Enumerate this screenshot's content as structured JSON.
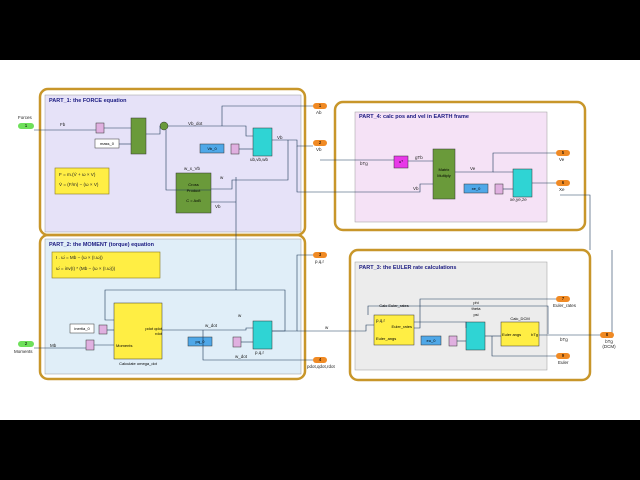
{
  "colors": {
    "group_border": "#c8962a",
    "force_bg": "#e6e2f8",
    "moment_bg": "#e0eef8",
    "earth_bg": "#f5e2f6",
    "euler_bg": "#ececec",
    "block_green": "#6a9a3a",
    "block_cyan": "#2fd4d4",
    "block_blue": "#4fa8e8",
    "block_yellow": "#ffee44",
    "block_magenta": "#e838e8",
    "port_green": "#6ee05a",
    "port_orange": "#f08a24",
    "line": "#1f3a5a"
  },
  "groups": {
    "force": {
      "title": "PART_1:  the FORCE equation"
    },
    "moment": {
      "title": "PART_2:  the MOMENT (torque) equation"
    },
    "earth": {
      "title": "PART_4:  calc pos and vel in EARTH frame"
    },
    "euler": {
      "title": "PART_3: the EULER rate calculations"
    }
  },
  "equations": {
    "force": [
      "F = m.(V̇ + ω × V)",
      "V̇ = (F/m) − (ω × V)"
    ],
    "moment": [
      "I . ω̇ = Mb − (ω × (I.ω))",
      "ω̇ = inv(I) * (Mb − (ω × (I.ω)))"
    ]
  },
  "inports": [
    {
      "num": "1",
      "label": "Forces"
    },
    {
      "num": "2",
      "label": "Moments"
    }
  ],
  "outports": [
    {
      "num": "1",
      "label": "Ab"
    },
    {
      "num": "2",
      "label": "Vb"
    },
    {
      "num": "3",
      "label": "p,q,r"
    },
    {
      "num": "4",
      "label": "pdot,qdot,rdot"
    },
    {
      "num": "5",
      "label": "Ve"
    },
    {
      "num": "6",
      "label": "Xe"
    },
    {
      "num": "7",
      "label": "Euler_rates"
    },
    {
      "num": "8",
      "label": "bTg (DCM)"
    },
    {
      "num": "9",
      "label": "Euler"
    }
  ],
  "blocks": {
    "mass": "mass_0",
    "vb0": "Vb_0",
    "cross_product": [
      "Cross",
      "Product",
      "C = AxB"
    ],
    "inertia": "inertia_0",
    "calc_omega": "Calculate omega_dot",
    "pdot": "pdot qdot rdot",
    "moments_port": "Moments",
    "pq0": "pq_0",
    "matrix_multiply": [
      "Matrix",
      "Multiply"
    ],
    "xe0": "xe_0",
    "calc_euler": "Calc Euler_rates",
    "euler_rates_port": "Euler_rates",
    "euler_angs_port": "Euler_angs",
    "eu0": "eu_0",
    "phi_theta_psi": [
      "phi",
      "theta",
      "psi"
    ],
    "calc_dcm": "Calc_DCM",
    "dcm_in": "Euler angs",
    "dcm_out": "bTg",
    "transpose": "uᵀ"
  },
  "signals": {
    "fb": "Fb",
    "vb_dot": "Vb_dot",
    "ub_vb_wb": "ub,vb,wb",
    "vb": "Vb",
    "w": "w",
    "w_x_vb": "w_x_Vb",
    "mb": "Mb",
    "w_dot": "w_dot",
    "w_dot2": "w_dot",
    "pqr": "p,q,r",
    "gtb": "gTb",
    "btg": "bTg",
    "ve": "Ve",
    "xe_ye_ze": "xe,ye,ze",
    "vb2": "Vb",
    "pqr_in": "p,q,r"
  }
}
